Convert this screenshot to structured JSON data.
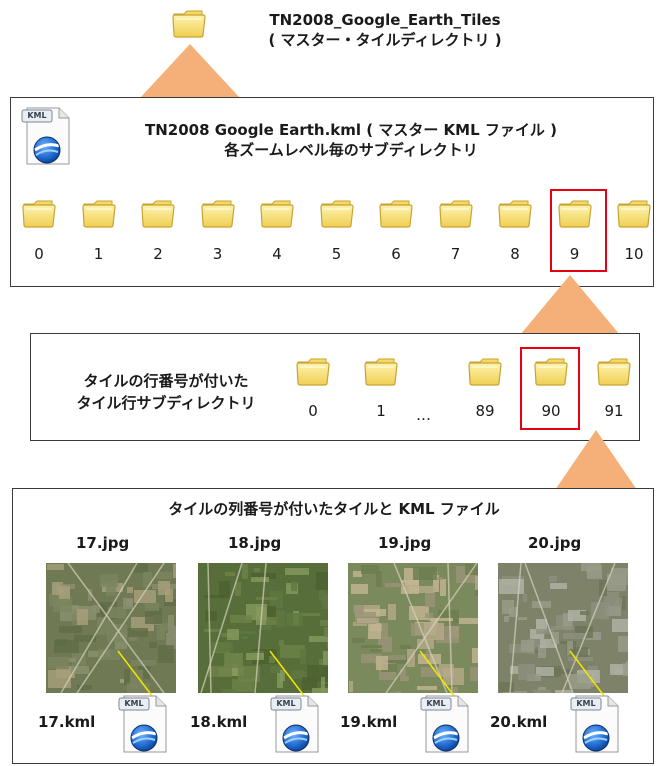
{
  "top": {
    "title_line1": "TN2008_Google_Earth_Tiles",
    "title_line2": "( マスター・タイルディレクトリ )"
  },
  "zoom_box": {
    "title_line1": "TN2008 Google Earth.kml ( マスター KML ファイル )",
    "title_line2": "各ズームレベル毎のサブディレクトリ",
    "kml_badge": "KML",
    "folders": [
      "0",
      "1",
      "2",
      "3",
      "4",
      "5",
      "6",
      "7",
      "8",
      "9",
      "10"
    ],
    "selected": "9"
  },
  "row_box": {
    "title_line1": "タイルの行番号が付いた",
    "title_line2": "タイル行サブディレクトリ",
    "folders": [
      "0",
      "1",
      "89",
      "90",
      "91"
    ],
    "ellipsis": "…",
    "selected": "90"
  },
  "col_box": {
    "title": "タイルの列番号が付いたタイルと KML ファイル",
    "kml_badge": "KML",
    "tiles": [
      {
        "jpg": "17.jpg",
        "kml": "17.kml"
      },
      {
        "jpg": "18.jpg",
        "kml": "18.kml"
      },
      {
        "jpg": "19.jpg",
        "kml": "19.kml"
      },
      {
        "jpg": "20.jpg",
        "kml": "20.kml"
      }
    ]
  },
  "colors": {
    "triangle": "#f5b079",
    "selection": "#e60012",
    "folder_fill": "#f7e27a",
    "folder_edge": "#c9a332",
    "leader": "#f2e600"
  },
  "icons": [
    "folder-icon",
    "google-earth-kml-icon"
  ]
}
